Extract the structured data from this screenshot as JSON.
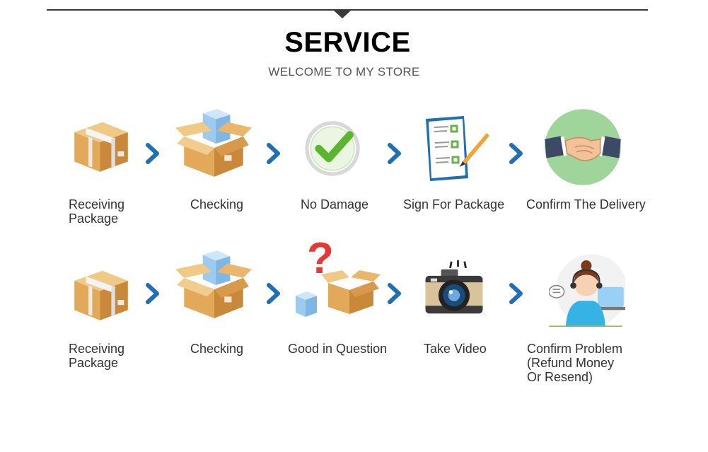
{
  "header": {
    "title": "SERVICE",
    "subtitle": "WELCOME TO MY STORE"
  },
  "colors": {
    "arrow": "#1f6fb2",
    "box": "#e8b86a",
    "check_green": "#5cb531",
    "handshake_bg": "#9fd49a"
  },
  "row1": [
    {
      "label": "Receiving\nPackage",
      "icon": "package-box-icon"
    },
    {
      "label": "Checking",
      "icon": "open-box-cube-icon"
    },
    {
      "label": "No Damage",
      "icon": "green-check-icon"
    },
    {
      "label": "Sign For Package",
      "icon": "checklist-pen-icon"
    },
    {
      "label": "Confirm The Delivery",
      "icon": "handshake-icon"
    }
  ],
  "row2": [
    {
      "label": "Receiving\nPackage",
      "icon": "package-box-icon"
    },
    {
      "label": "Checking",
      "icon": "open-box-cube-icon"
    },
    {
      "label": "Good in Question",
      "icon": "question-box-icon"
    },
    {
      "label": "Take Video",
      "icon": "camera-icon"
    },
    {
      "label": "Confirm Problem\n(Refund Money\n Or Resend)",
      "icon": "support-agent-icon"
    }
  ]
}
